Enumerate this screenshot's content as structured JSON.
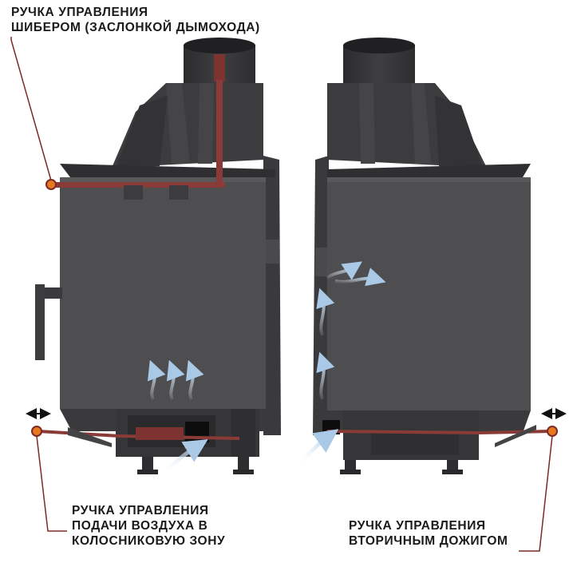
{
  "labels": {
    "damper": {
      "line1": "РУЧКА УПРАВЛЕНИЯ",
      "line2": "ШИБЕРОМ (ЗАСЛОНКОЙ ДЫМОХОДА)"
    },
    "grate_air": {
      "line1": "РУЧКА УПРАВЛЕНИЯ",
      "line2": "ПОДАЧИ ВОЗДУХА В",
      "line3": "КОЛОСНИКОВУЮ ЗОНУ"
    },
    "secondary_burn": {
      "line1": "РУЧКА УПРАВЛЕНИЯ",
      "line2": "ВТОРИЧНЫМ ДОЖИГОМ"
    }
  },
  "colors": {
    "body_dark": "#3a3a3c",
    "body_mid": "#4a4a4c",
    "body_light": "#575759",
    "rod_red": "#8a3b38",
    "knob_orange": "#e8781e",
    "air_flow": "#b8d3ea",
    "leader_line": "#7a2a28",
    "text": "#1a1a1a"
  },
  "icons": {
    "adjust_arrows": "double-headed-arrow-icon",
    "knob": "handle-knob-icon",
    "air_arrow": "airflow-arrow-icon"
  }
}
